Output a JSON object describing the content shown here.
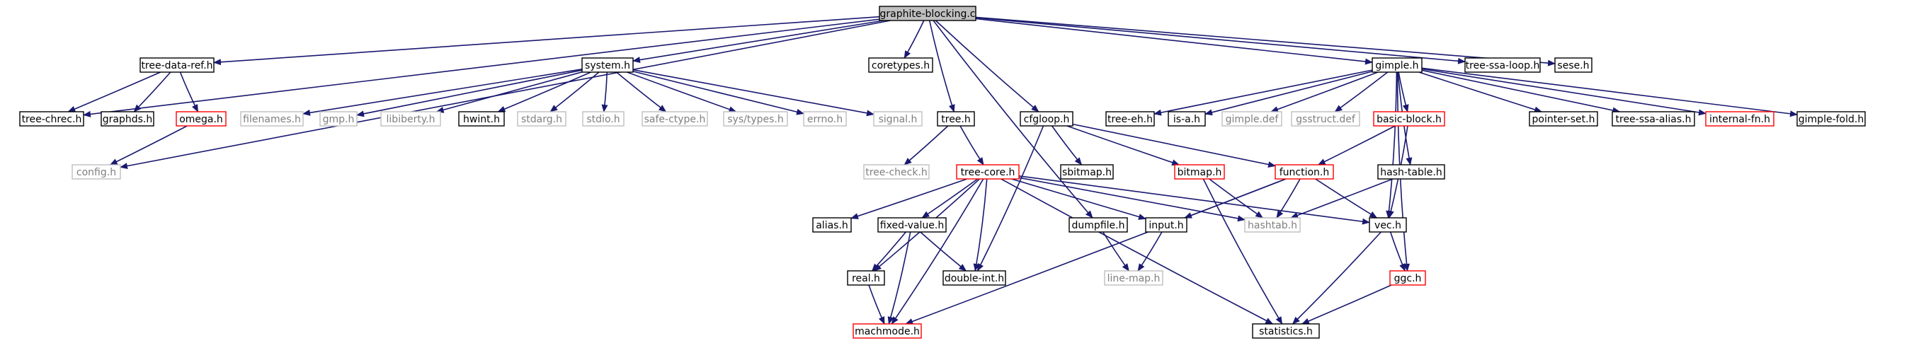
{
  "colors": {
    "edge": "#191970",
    "root_fill": "#bfbfbf",
    "border": "#000000",
    "external_border": "#bfbfbf",
    "external_text": "#7f7f7f",
    "truncated_border": "#ff0000"
  },
  "nodes": [
    {
      "id": "graphite-blocking",
      "label": "graphite-blocking.c",
      "kind": "root"
    },
    {
      "id": "tree-data-ref",
      "label": "tree-data-ref.h",
      "kind": "normal"
    },
    {
      "id": "system",
      "label": "system.h",
      "kind": "normal"
    },
    {
      "id": "coretypes",
      "label": "coretypes.h",
      "kind": "normal"
    },
    {
      "id": "gimple",
      "label": "gimple.h",
      "kind": "normal"
    },
    {
      "id": "tree-ssa-loop",
      "label": "tree-ssa-loop.h",
      "kind": "normal"
    },
    {
      "id": "sese",
      "label": "sese.h",
      "kind": "normal"
    },
    {
      "id": "tree-chrec",
      "label": "tree-chrec.h",
      "kind": "normal"
    },
    {
      "id": "graphds",
      "label": "graphds.h",
      "kind": "normal"
    },
    {
      "id": "omega",
      "label": "omega.h",
      "kind": "truncated"
    },
    {
      "id": "config",
      "label": "config.h",
      "kind": "external"
    },
    {
      "id": "filenames",
      "label": "filenames.h",
      "kind": "external"
    },
    {
      "id": "gmp",
      "label": "gmp.h",
      "kind": "external"
    },
    {
      "id": "libiberty",
      "label": "libiberty.h",
      "kind": "external"
    },
    {
      "id": "hwint",
      "label": "hwint.h",
      "kind": "normal"
    },
    {
      "id": "stdarg",
      "label": "stdarg.h",
      "kind": "external"
    },
    {
      "id": "stdio",
      "label": "stdio.h",
      "kind": "external"
    },
    {
      "id": "safe-ctype",
      "label": "safe-ctype.h",
      "kind": "external"
    },
    {
      "id": "sys-types",
      "label": "sys/types.h",
      "kind": "external"
    },
    {
      "id": "errno",
      "label": "errno.h",
      "kind": "external"
    },
    {
      "id": "signal",
      "label": "signal.h",
      "kind": "external"
    },
    {
      "id": "tree",
      "label": "tree.h",
      "kind": "normal"
    },
    {
      "id": "cfgloop",
      "label": "cfgloop.h",
      "kind": "normal"
    },
    {
      "id": "tree-eh",
      "label": "tree-eh.h",
      "kind": "normal"
    },
    {
      "id": "is-a",
      "label": "is-a.h",
      "kind": "normal"
    },
    {
      "id": "gimple-def",
      "label": "gimple.def",
      "kind": "external"
    },
    {
      "id": "gsstruct-def",
      "label": "gsstruct.def",
      "kind": "external"
    },
    {
      "id": "basic-block",
      "label": "basic-block.h",
      "kind": "truncated"
    },
    {
      "id": "pointer-set",
      "label": "pointer-set.h",
      "kind": "normal"
    },
    {
      "id": "tree-ssa-alias",
      "label": "tree-ssa-alias.h",
      "kind": "normal"
    },
    {
      "id": "internal-fn",
      "label": "internal-fn.h",
      "kind": "truncated"
    },
    {
      "id": "gimple-fold",
      "label": "gimple-fold.h",
      "kind": "normal"
    },
    {
      "id": "tree-check",
      "label": "tree-check.h",
      "kind": "external"
    },
    {
      "id": "tree-core",
      "label": "tree-core.h",
      "kind": "truncated"
    },
    {
      "id": "sbitmap",
      "label": "sbitmap.h",
      "kind": "normal"
    },
    {
      "id": "bitmap",
      "label": "bitmap.h",
      "kind": "truncated"
    },
    {
      "id": "function",
      "label": "function.h",
      "kind": "truncated"
    },
    {
      "id": "hash-table",
      "label": "hash-table.h",
      "kind": "normal"
    },
    {
      "id": "alias",
      "label": "alias.h",
      "kind": "normal"
    },
    {
      "id": "fixed-value",
      "label": "fixed-value.h",
      "kind": "normal"
    },
    {
      "id": "dumpfile",
      "label": "dumpfile.h",
      "kind": "normal"
    },
    {
      "id": "input",
      "label": "input.h",
      "kind": "normal"
    },
    {
      "id": "hashtab",
      "label": "hashtab.h",
      "kind": "external"
    },
    {
      "id": "vec",
      "label": "vec.h",
      "kind": "normal"
    },
    {
      "id": "real",
      "label": "real.h",
      "kind": "normal"
    },
    {
      "id": "double-int",
      "label": "double-int.h",
      "kind": "normal"
    },
    {
      "id": "line-map",
      "label": "line-map.h",
      "kind": "external"
    },
    {
      "id": "ggc",
      "label": "ggc.h",
      "kind": "truncated"
    },
    {
      "id": "machmode",
      "label": "machmode.h",
      "kind": "truncated"
    },
    {
      "id": "statistics",
      "label": "statistics.h",
      "kind": "normal"
    }
  ],
  "edges": [
    [
      "graphite-blocking",
      "tree-data-ref"
    ],
    [
      "graphite-blocking",
      "system"
    ],
    [
      "graphite-blocking",
      "coretypes"
    ],
    [
      "graphite-blocking",
      "gimple"
    ],
    [
      "graphite-blocking",
      "tree-ssa-loop"
    ],
    [
      "graphite-blocking",
      "sese"
    ],
    [
      "graphite-blocking",
      "tree-chrec"
    ],
    [
      "graphite-blocking",
      "config"
    ],
    [
      "graphite-blocking",
      "tree"
    ],
    [
      "graphite-blocking",
      "cfgloop"
    ],
    [
      "graphite-blocking",
      "dumpfile"
    ],
    [
      "tree-data-ref",
      "tree-chrec"
    ],
    [
      "tree-data-ref",
      "graphds"
    ],
    [
      "tree-data-ref",
      "omega"
    ],
    [
      "omega",
      "config"
    ],
    [
      "system",
      "filenames"
    ],
    [
      "system",
      "gmp"
    ],
    [
      "system",
      "libiberty"
    ],
    [
      "system",
      "hwint"
    ],
    [
      "system",
      "stdarg"
    ],
    [
      "system",
      "stdio"
    ],
    [
      "system",
      "safe-ctype"
    ],
    [
      "system",
      "sys-types"
    ],
    [
      "system",
      "errno"
    ],
    [
      "system",
      "signal"
    ],
    [
      "tree",
      "tree-check"
    ],
    [
      "tree",
      "tree-core"
    ],
    [
      "cfgloop",
      "sbitmap"
    ],
    [
      "cfgloop",
      "bitmap"
    ],
    [
      "cfgloop",
      "function"
    ],
    [
      "cfgloop",
      "double-int"
    ],
    [
      "gimple",
      "tree-eh"
    ],
    [
      "gimple",
      "is-a"
    ],
    [
      "gimple",
      "gimple-def"
    ],
    [
      "gimple",
      "gsstruct-def"
    ],
    [
      "gimple",
      "basic-block"
    ],
    [
      "gimple",
      "pointer-set"
    ],
    [
      "gimple",
      "tree-ssa-alias"
    ],
    [
      "gimple",
      "internal-fn"
    ],
    [
      "gimple",
      "gimple-fold"
    ],
    [
      "gimple",
      "hash-table"
    ],
    [
      "gimple",
      "vec"
    ],
    [
      "gimple",
      "ggc"
    ],
    [
      "basic-block",
      "function"
    ],
    [
      "basic-block",
      "vec"
    ],
    [
      "tree-core",
      "alias"
    ],
    [
      "tree-core",
      "fixed-value"
    ],
    [
      "tree-core",
      "real"
    ],
    [
      "tree-core",
      "double-int"
    ],
    [
      "tree-core",
      "machmode"
    ],
    [
      "tree-core",
      "input"
    ],
    [
      "tree-core",
      "hashtab"
    ],
    [
      "tree-core",
      "vec"
    ],
    [
      "tree-core",
      "statistics"
    ],
    [
      "fixed-value",
      "real"
    ],
    [
      "fixed-value",
      "double-int"
    ],
    [
      "fixed-value",
      "machmode"
    ],
    [
      "real",
      "machmode"
    ],
    [
      "dumpfile",
      "line-map"
    ],
    [
      "input",
      "line-map"
    ],
    [
      "bitmap",
      "hashtab"
    ],
    [
      "bitmap",
      "statistics"
    ],
    [
      "function",
      "hashtab"
    ],
    [
      "function",
      "vec"
    ],
    [
      "function",
      "input"
    ],
    [
      "function",
      "machmode"
    ],
    [
      "hash-table",
      "hashtab"
    ],
    [
      "vec",
      "ggc"
    ],
    [
      "vec",
      "statistics"
    ],
    [
      "ggc",
      "statistics"
    ]
  ]
}
